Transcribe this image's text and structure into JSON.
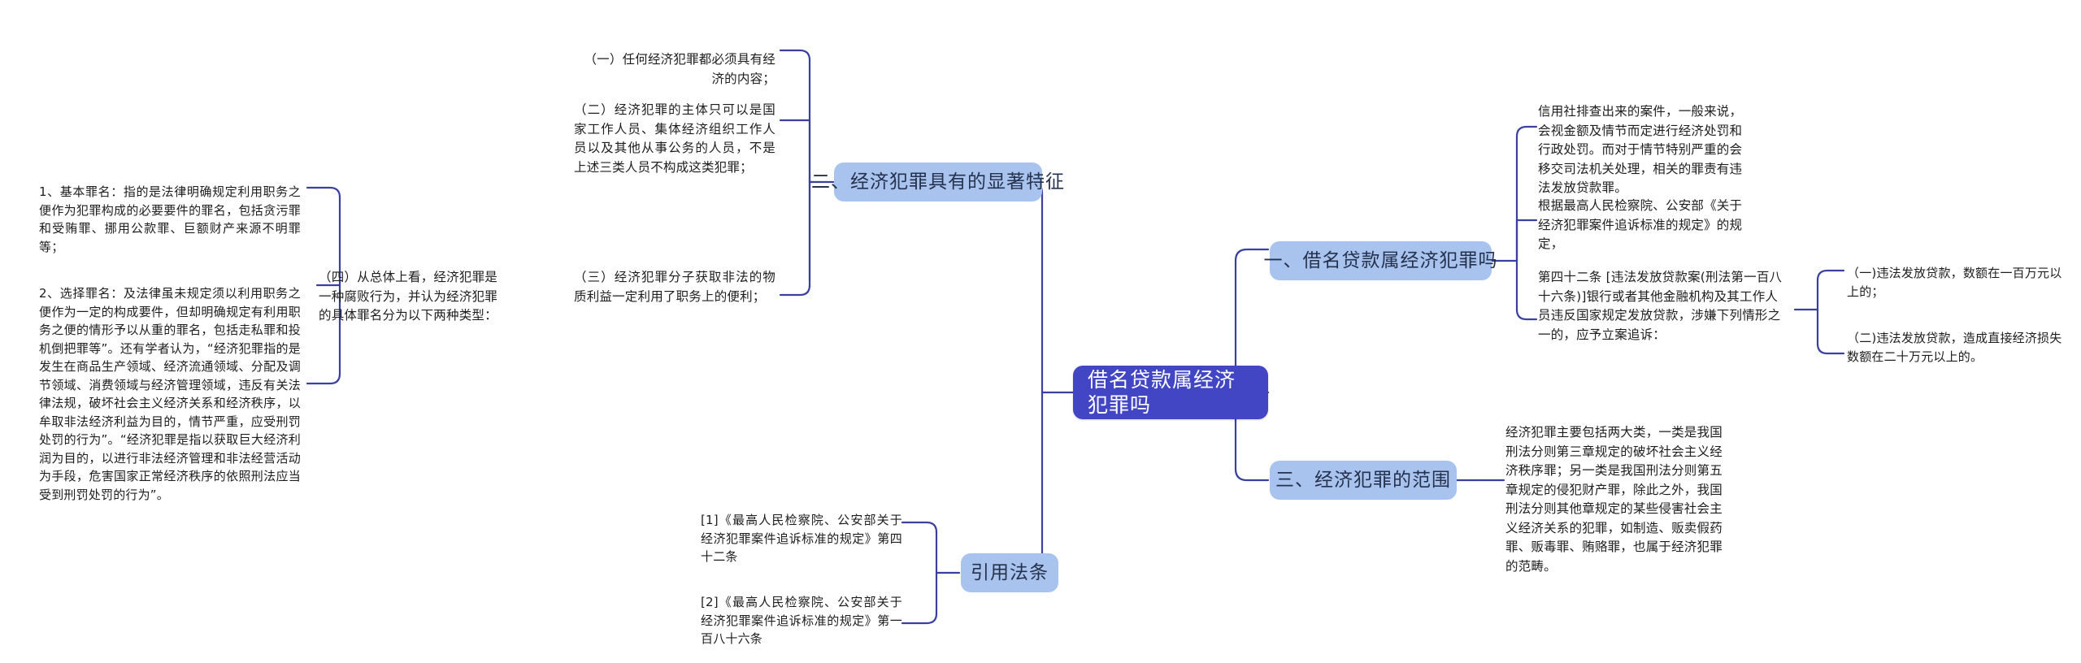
{
  "mindmap": {
    "title": "借名贷款属经济犯罪吗",
    "root": {
      "label": "借名贷款属经济犯罪吗"
    },
    "colors": {
      "root_bg": "#4245c4",
      "root_text": "#ffffff",
      "branch_bg": "#a8c4ee",
      "branch_text": "#25314d",
      "link": "#3a3fa0",
      "text": "#1d1d1d"
    },
    "branches": [
      {
        "id": "b1",
        "label": "一、借名贷款属经济犯罪吗",
        "side": "right",
        "children": [
          {
            "id": "b1c1",
            "text": "信用社排查出来的案件，一般来说，会视金额及情节而定进行经济处罚和行政处罚。而对于情节特别严重的会移交司法机关处理，相关的罪责有违法发放贷款罪。"
          },
          {
            "id": "b1c2",
            "text": "根据最高人民检察院、公安部《关于经济犯罪案件追诉标准的规定》的规定，"
          },
          {
            "id": "b1c3",
            "text": "第四十二条 [违法发放贷款案(刑法第一百八十六条)]银行或者其他金融机构及其工作人员违反国家规定发放贷款，涉嫌下列情形之一的，应予立案追诉：",
            "children": [
              {
                "id": "b1c3a",
                "text": "（一)违法发放贷款，数额在一百万元以上的；"
              },
              {
                "id": "b1c3b",
                "text": "（二)违法发放贷款，造成直接经济损失数额在二十万元以上的。"
              }
            ]
          }
        ]
      },
      {
        "id": "b2",
        "label": "二、经济犯罪具有的显著特征",
        "side": "left",
        "children": [
          {
            "id": "b2c1",
            "text": "（一）任何经济犯罪都必须具有经济的内容；"
          },
          {
            "id": "b2c2",
            "text": "（二）经济犯罪的主体只可以是国家工作人员、集体经济组织工作人员以及其他从事公务的人员，不是上述三类人员不构成这类犯罪；"
          },
          {
            "id": "b2c3",
            "text": "（三）经济犯罪分子获取非法的物质利益一定利用了职务上的便利；"
          },
          {
            "id": "b2c4",
            "text": "（四）从总体上看，经济犯罪是一种腐败行为，并认为经济犯罪的具体罪名分为以下两种类型：",
            "children": [
              {
                "id": "b2c4a",
                "text": "1、基本罪名：指的是法律明确规定利用职务之便作为犯罪构成的必要要件的罪名，包括贪污罪和受贿罪、挪用公款罪、巨额财产来源不明罪等；"
              },
              {
                "id": "b2c4b",
                "text": "2、选择罪名：及法律虽未规定须以利用职务之便作为一定的构成要件，但却明确规定有利用职务之便的情形予以从重的罪名，包括走私罪和投机倒把罪等”。还有学者认为，“经济犯罪指的是发生在商品生产领域、经济流通领域、分配及调节领域、消费领域与经济管理领域，违反有关法律法规，破坏社会主义经济关系和经济秩序，以牟取非法经济利益为目的，情节严重，应受刑罚处罚的行为”。“经济犯罪是指以获取巨大经济利润为目的，以进行非法经济管理和非法经营活动为手段，危害国家正常经济秩序的依照刑法应当受到刑罚处罚的行为”。"
              }
            ]
          }
        ]
      },
      {
        "id": "b3",
        "label": "三、经济犯罪的范围",
        "side": "right",
        "children": [
          {
            "id": "b3c1",
            "text": "经济犯罪主要包括两大类，一类是我国刑法分则第三章规定的破坏社会主义经济秩序罪；另一类是我国刑法分则第五章规定的侵犯财产罪，除此之外，我国刑法分则其他章规定的某些侵害社会主义经济关系的犯罪，如制造、贩卖假药罪、贩毒罪、贿赂罪，也属于经济犯罪的范畴。"
          }
        ]
      },
      {
        "id": "b4",
        "label": "引用法条",
        "side": "left",
        "children": [
          {
            "id": "b4c1",
            "text": "[1]《最高人民检察院、公安部关于经济犯罪案件追诉标准的规定》第四十二条"
          },
          {
            "id": "b4c2",
            "text": "[2]《最高人民检察院、公安部关于经济犯罪案件追诉标准的规定》第一百八十六条"
          }
        ]
      }
    ]
  }
}
